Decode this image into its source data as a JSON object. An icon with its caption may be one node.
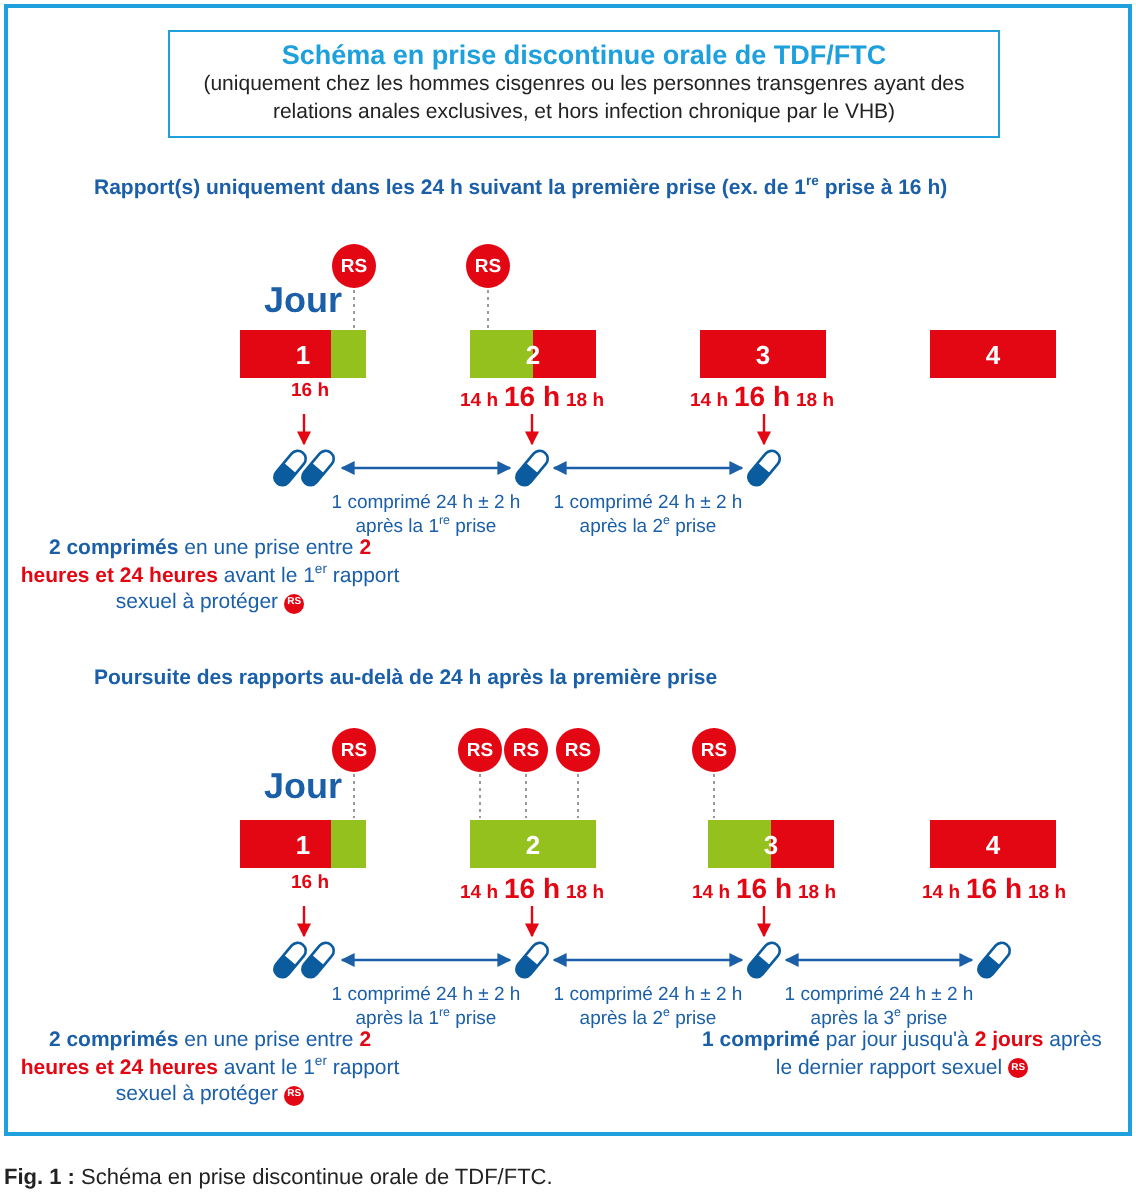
{
  "diagram": {
    "caption": "**Fig. 1 :** Schéma en prise discontinue orale de TDF/FTC.",
    "nodes": [
      {
        "text": [
          "Schéma en prise discontinue orale de TDF/FTC",
          "(uniquement chez les hommes cisgenres ou les personnes transgenres ayant des relations anales exclusives, et hors infection chronique par le VHB)"
        ]
      },
      {
        "text": [
          "RS"
        ]
      },
      {
        "text": [
          "RS"
        ]
      },
      {
        "text": [
          "1"
        ]
      },
      {
        "text": [
          "2"
        ]
      },
      {
        "text": [
          "3"
        ]
      },
      {
        "text": [
          "4"
        ]
      },
      {
        "text": [
          "16 h"
        ]
      },
      {
        "text": [
          "14 h",
          "16 h",
          "18 h"
        ]
      },
      {
        "text": [
          "14 h",
          "16 h",
          "18 h"
        ]
      },
      {
        "text": [],
        "shape": "picture"
      },
      {
        "text": [],
        "shape": "picture"
      },
      {
        "text": [],
        "shape": "picture"
      },
      {
        "text": [
          "RS"
        ]
      },
      {
        "text": [
          "RS"
        ]
      },
      {
        "text": [
          "RS"
        ]
      },
      {
        "text": [
          "RS"
        ]
      },
      {
        "text": [
          "RS"
        ]
      },
      {
        "text": [
          "1"
        ]
      },
      {
        "text": [
          "2"
        ]
      },
      {
        "text": [
          "3"
        ]
      },
      {
        "text": [
          "4"
        ]
      },
      {
        "text": [
          "16 h"
        ]
      },
      {
        "text": [
          "14 h",
          "16 h",
          "18 h"
        ]
      },
      {
        "text": [
          "14 h",
          "16 h",
          "18 h"
        ]
      },
      {
        "text": [
          "14 h",
          "16 h",
          "18 h"
        ]
      },
      {
        "text": [],
        "shape": "picture"
      },
      {
        "text": [],
        "shape": "picture"
      },
      {
        "text": [],
        "shape": "picture"
      },
      {
        "text": [],
        "shape": "picture"
      }
    ],
    "edges": [
      {
        "from": 1,
        "to": 3,
        "arrow": "none",
        "style": "dashed",
        "color": "#9a9a9a"
      },
      {
        "from": 2,
        "to": 4,
        "arrow": "none",
        "style": "dashed",
        "color": "#9a9a9a"
      },
      {
        "from": 7,
        "to": 10,
        "arrow": "to",
        "color": "#e30613"
      },
      {
        "from": 8,
        "to": 11,
        "arrow": "to",
        "color": "#e30613"
      },
      {
        "from": 9,
        "to": 12,
        "arrow": "to",
        "color": "#e30613"
      },
      {
        "from": 10,
        "to": 11,
        "arrow": "both",
        "label": "1 comprimé 24 h ± 2 h après la 1$^{re}$ prise",
        "color": "#1a5fa8"
      },
      {
        "from": 11,
        "to": 12,
        "arrow": "both",
        "label": "1 comprimé 24 h ± 2 h après la 2$^{e}$ prise",
        "color": "#1a5fa8"
      },
      {
        "from": 13,
        "to": 18,
        "arrow": "none",
        "style": "dashed",
        "color": "#9a9a9a"
      },
      {
        "from": 14,
        "to": 19,
        "arrow": "none",
        "style": "dashed",
        "color": "#9a9a9a"
      },
      {
        "from": 15,
        "to": 19,
        "arrow": "none",
        "style": "dashed",
        "color": "#9a9a9a"
      },
      {
        "from": 16,
        "to": 19,
        "arrow": "none",
        "style": "dashed",
        "color": "#9a9a9a"
      },
      {
        "from": 17,
        "to": 20,
        "arrow": "none",
        "style": "dashed",
        "color": "#9a9a9a"
      },
      {
        "from": 22,
        "to": 26,
        "arrow": "to",
        "color": "#e30613"
      },
      {
        "from": 23,
        "to": 27,
        "arrow": "to",
        "color": "#e30613"
      },
      {
        "from": 24,
        "to": 28,
        "arrow": "to",
        "color": "#e30613"
      },
      {
        "from": 26,
        "to": 27,
        "arrow": "both",
        "label": "1 comprimé 24 h ± 2 h après la 1$^{re}$ prise",
        "color": "#1a5fa8"
      },
      {
        "from": 27,
        "to": 28,
        "arrow": "both",
        "label": "1 comprimé 24 h ± 2 h après la 2$^{e}$ prise",
        "color": "#1a5fa8"
      },
      {
        "from": 28,
        "to": 29,
        "arrow": "both",
        "label": "1 comprimé 24 h ± 2 h après la 3$^{e}$ prise",
        "color": "#1a5fa8"
      }
    ],
    "labels": [
      "Rapport(s) uniquement dans les 24 h suivant la première prise (ex. de 1$^{re}$ prise à 16 h)",
      "Jour",
      "**2 comprimés** en une prise entre **2 heures et 24 heures** avant le 1$^{er}$ rapport sexuel à protéger",
      "RS",
      "Poursuite des rapports au-delà de 24 h après la première prise",
      "Jour",
      "**2 comprimés** en une prise entre **2 heures et 24 heures** avant le 1$^{er}$ rapport sexuel à protéger",
      "RS",
      "**1 comprimé** par jour jusqu'à **2 jours** après le dernier rapport sexuel",
      "RS"
    ]
  }
}
